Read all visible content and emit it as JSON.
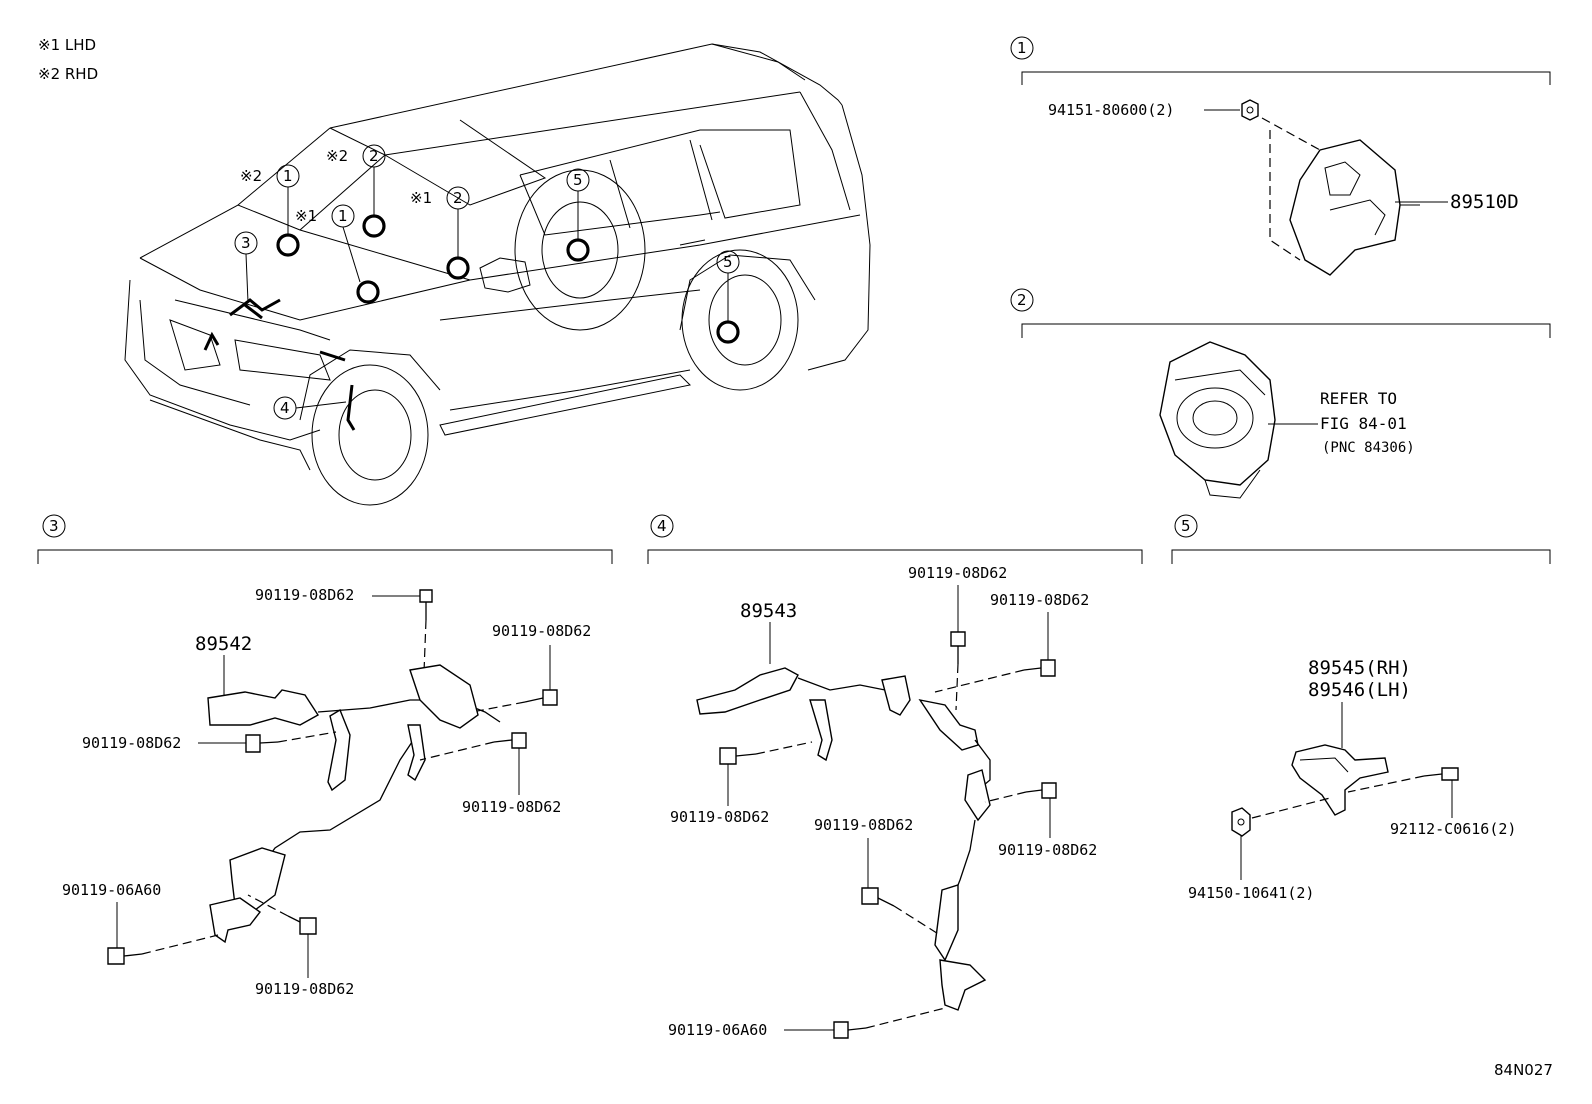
{
  "legend": {
    "lhd": "※1 LHD",
    "rhd": "※2 RHD"
  },
  "vehicle_callouts": {
    "c1a": "1",
    "c1a_mark": "※2",
    "c1b": "1",
    "c1b_mark": "※1",
    "c2a": "2",
    "c2a_mark": "※2",
    "c2b": "2",
    "c2b_mark": "※1",
    "c3": "3",
    "c4": "4",
    "c5a": "5",
    "c5b": "5"
  },
  "section1": {
    "number": "1",
    "nut_label": "94151-80600(2)",
    "part_label": "89510D"
  },
  "section2": {
    "number": "2",
    "refer_line1": "REFER TO",
    "refer_line2": "FIG 84-01",
    "refer_line3": "(PNC 84306)"
  },
  "section3": {
    "number": "3",
    "harness_label": "89542",
    "bolt_top": "90119-08D62",
    "bolt_right_top": "90119-08D62",
    "bolt_left_mid": "90119-08D62",
    "bolt_right_mid": "90119-08D62",
    "bolt_bottom_left": "90119-06A60",
    "bolt_bottom_mid": "90119-08D62"
  },
  "section4": {
    "number": "4",
    "harness_label": "89543",
    "bolt_top_mid": "90119-08D62",
    "bolt_top_right": "90119-08D62",
    "bolt_left": "90119-08D62",
    "bolt_mid": "90119-08D62",
    "bolt_right": "90119-08D62",
    "bolt_bottom": "90119-06A60"
  },
  "section5": {
    "number": "5",
    "sensor_rh": "89545(RH)",
    "sensor_lh": "89546(LH)",
    "bolt_right": "92112-C0616(2)",
    "nut_left": "94150-10641(2)"
  },
  "figure_code": "84N027"
}
